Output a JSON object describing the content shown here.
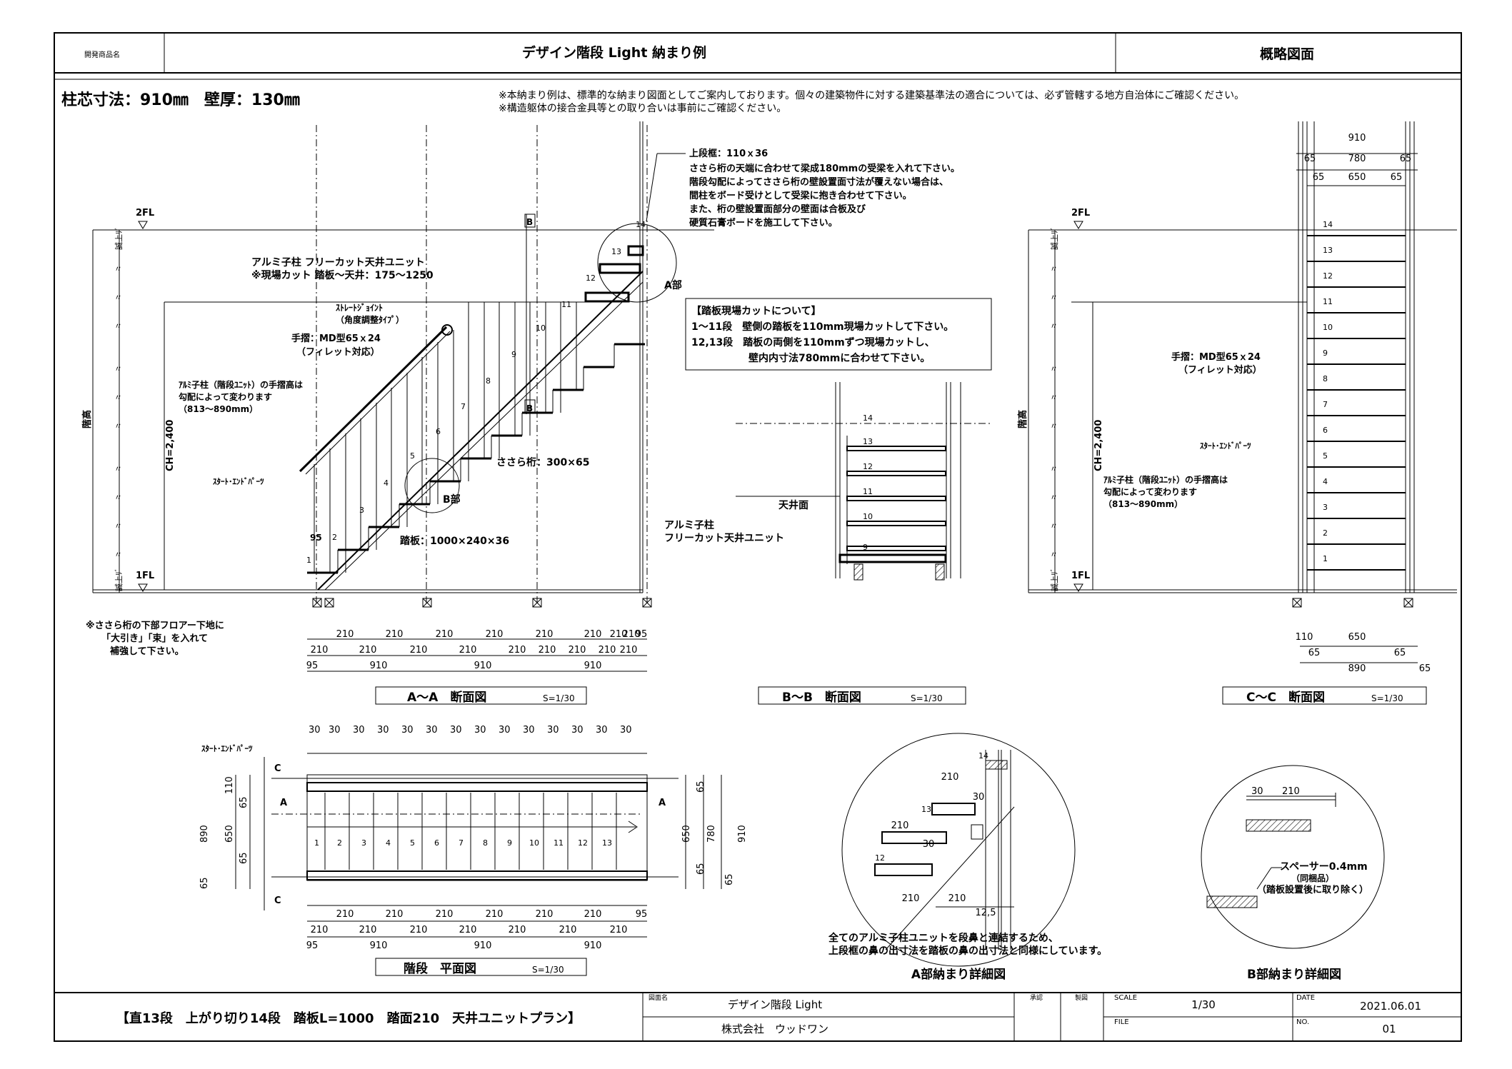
{
  "title_block": {
    "dev_product_label": "開発商品名",
    "title": "デザイン階段 Light 納まり例",
    "doc_type": "概略図面",
    "plan_summary": "【直13段　上がり切り14段　踏板L=1000　踏面210　天井ユニットプラン】",
    "drawing_name_label": "図面名",
    "drawing_name": "デザイン階段 Light",
    "company": "株式会社　ウッドワン",
    "approve_label": "承認",
    "check_label": "製図",
    "scale_label": "SCALE",
    "scale": "1/30",
    "file_label": "FILE",
    "date_label": "DATE",
    "date": "2021.06.01",
    "no_label": "NO.",
    "no": "01"
  },
  "header": {
    "dimensions": "柱芯寸法：910㎜　壁厚：130㎜",
    "note1": "※本納まり例は、標準的な納まり図面としてご案内しております。個々の建築物件に対する建築基準法の適合については、必ず管轄する地方自治体にご確認ください。",
    "note2": "※構造躯体の接合金具等との取り合いは事前にご確認ください。"
  },
  "section_aa": {
    "label": "A～A　断面図",
    "scale": "S=1/30",
    "fl2": "2FL",
    "fl1": "1FL",
    "finish_up": "誠上ﾘﾞ",
    "floor_height_label": "階高",
    "ch": "CH=2,400",
    "ditto": "〃",
    "unit_note1": "アルミ子柱 フリーカット天井ユニット",
    "unit_note2": "※現場カット 踏板～天井：175～1250",
    "joint_note1": "ｽﾄﾚｰﾄｼﾞｮｲﾝﾄ",
    "joint_note2": "（角度調整ﾀｲﾌﾟ）",
    "handrail1": "手摺：MD型65ｘ24",
    "handrail2": "（フィレット対応）",
    "post_note1": "ｱﾙﾐ子柱（階段ﾕﾆｯﾄ）の手摺高は",
    "post_note2": "勾配によって変わります",
    "post_note3": "（813～890mm）",
    "start_end": "ｽﾀｰﾄ･ｴﾝﾄﾞﾊﾟｰﾂ",
    "stringer": "ささら桁：300×65",
    "tread": "踏板：1000×240×36",
    "b_part": "B部",
    "a_part": "A部",
    "b_mark": "B",
    "dim_95": "95",
    "floor_note1": "※ささら桁の下部フロアー下地に",
    "floor_note2": "「大引き」「束」を入れて",
    "floor_note3": "補強して下さい。",
    "steps": [
      "1",
      "2",
      "3",
      "4",
      "5",
      "6",
      "7",
      "8",
      "9",
      "10",
      "11",
      "12",
      "13",
      "14"
    ],
    "dims_top": [
      "210",
      "210",
      "210",
      "210",
      "210",
      "210",
      "210",
      "210",
      "95"
    ],
    "dims_mid": [
      "210",
      "210",
      "210",
      "210",
      "210",
      "210",
      "210",
      "210",
      "210"
    ],
    "dims_bot": [
      "95",
      "910",
      "910",
      "910"
    ]
  },
  "upper_notes": {
    "frame": "上段框：110ｘ36",
    "l1": "ささら桁の天端に合わせて梁成180mmの受梁を入れて下さい。",
    "l2": "階段勾配によってささら桁の壁設置面寸法が覆えない場合は、",
    "l3": "間柱をボード受けとして受梁に抱き合わせて下さい。",
    "l4": "また、桁の壁設置面部分の壁面は合板及び",
    "l5": "硬質石膏ボードを施工して下さい。"
  },
  "cut_note": {
    "title": "【踏板現場カットについて】",
    "l1": "1～11段　壁側の踏板を110mm現場カットして下さい。",
    "l2": "12,13段　踏板の両側を110mmずつ現場カットし、",
    "l3": "壁内内寸法780mmに合わせて下さい。"
  },
  "section_bb": {
    "label": "B～B　断面図",
    "scale": "S=1/30",
    "ceiling": "天井面",
    "unit1": "アルミ子柱",
    "unit2": "フリーカット天井ユニット",
    "steps": [
      "14",
      "13",
      "12",
      "11",
      "10",
      "9"
    ]
  },
  "section_cc": {
    "label": "C～C　断面図",
    "scale": "S=1/30",
    "top_dims": [
      "910",
      "65",
      "780",
      "65",
      "65",
      "650",
      "65"
    ],
    "handrail1": "手摺：MD型65ｘ24",
    "handrail2": "（フィレット対応）",
    "start_end": "ｽﾀｰﾄ･ｴﾝﾄﾞﾊﾟｰﾂ",
    "post_note1": "ｱﾙﾐ子柱（階段ﾕﾆｯﾄ）の手摺高は",
    "post_note2": "勾配によって変わります",
    "post_note3": "（813～890mm）",
    "steps": [
      "14",
      "13",
      "12",
      "11",
      "10",
      "9",
      "8",
      "7",
      "6",
      "5",
      "4",
      "3",
      "2",
      "1"
    ],
    "bottom_dims": [
      "110",
      "650",
      "65",
      "890",
      "65",
      "65"
    ]
  },
  "plan": {
    "label": "階段　平面図",
    "scale": "S=1/30",
    "start_end": "ｽﾀｰﾄ･ｴﾝﾄﾞﾊﾟｰﾂ",
    "top_30": "30",
    "steps": [
      "1",
      "2",
      "3",
      "4",
      "5",
      "6",
      "7",
      "8",
      "9",
      "10",
      "11",
      "12",
      "13"
    ],
    "left_dims": [
      "110",
      "65",
      "890",
      "650",
      "65",
      "65"
    ],
    "right_dims": [
      "65",
      "650",
      "780",
      "910",
      "65",
      "65"
    ],
    "a_mark": "A",
    "c_mark": "C"
  },
  "detail_a": {
    "label": "A部納まり詳細図",
    "note1": "全てのアルミ子柱ユニットを段鼻と連結するため、",
    "note2": "上段框の鼻の出寸法を踏板の鼻の出寸法と同様にしています。",
    "dims": [
      "210",
      "30",
      "210",
      "30",
      "210",
      "210",
      "12,5"
    ],
    "steps": [
      "14",
      "13",
      "12"
    ]
  },
  "detail_b": {
    "label": "B部納まり詳細図",
    "d30": "30",
    "d210": "210",
    "spacer1": "スペーサー0.4mm",
    "spacer2": "（同梱品）",
    "spacer3": "（踏板設置後に取り除く）"
  }
}
